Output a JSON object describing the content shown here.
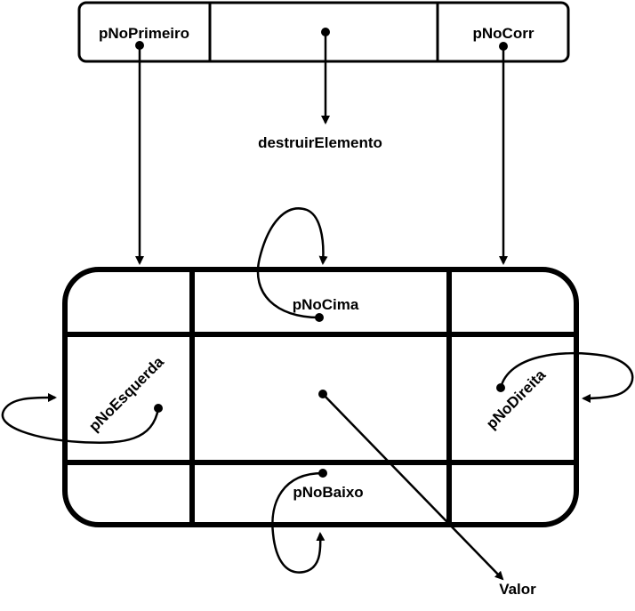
{
  "colors": {
    "stroke": "#000000",
    "background": "#ffffff"
  },
  "header_struct": {
    "cells": [
      {
        "label": "pNoPrimeiro"
      },
      {
        "label": ""
      },
      {
        "label": "pNoCorr"
      }
    ]
  },
  "pointer_targets": {
    "middle": "destruirElemento"
  },
  "node": {
    "fields": {
      "top": "pNoCima",
      "left": "pNoEsquerda",
      "right": "pNoDireita",
      "bottom": "pNoBaixo",
      "center": "Valor"
    }
  }
}
